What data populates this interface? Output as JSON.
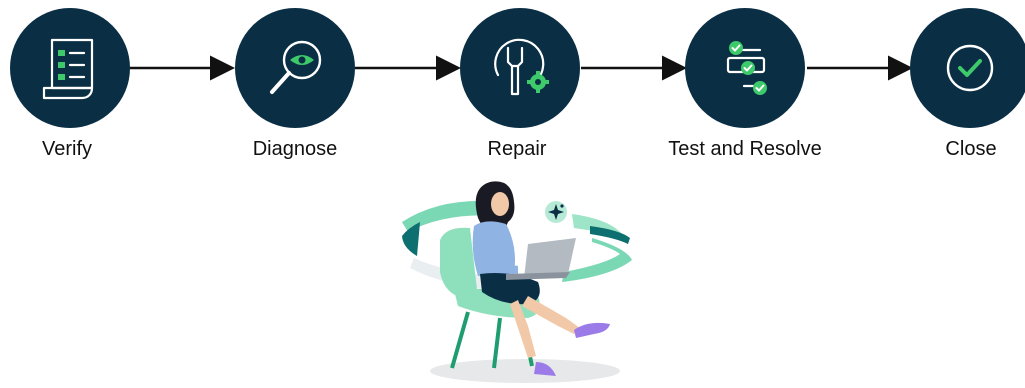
{
  "colors": {
    "circle_fill": "#0a2f45",
    "icon_line": "#ffffff",
    "accent_green": "#3ec96a",
    "arrow": "#111111",
    "label_text": "#111111"
  },
  "steps": [
    {
      "label": "Verify",
      "icon": "checklist-document-icon"
    },
    {
      "label": "Diagnose",
      "icon": "magnifier-eye-icon"
    },
    {
      "label": "Repair",
      "icon": "wrench-gear-icon"
    },
    {
      "label": "Test and Resolve",
      "icon": "checked-steps-icon"
    },
    {
      "label": "Close",
      "icon": "check-circle-icon"
    }
  ],
  "illustration": {
    "subject": "woman-on-chair-with-laptop-illustration"
  }
}
